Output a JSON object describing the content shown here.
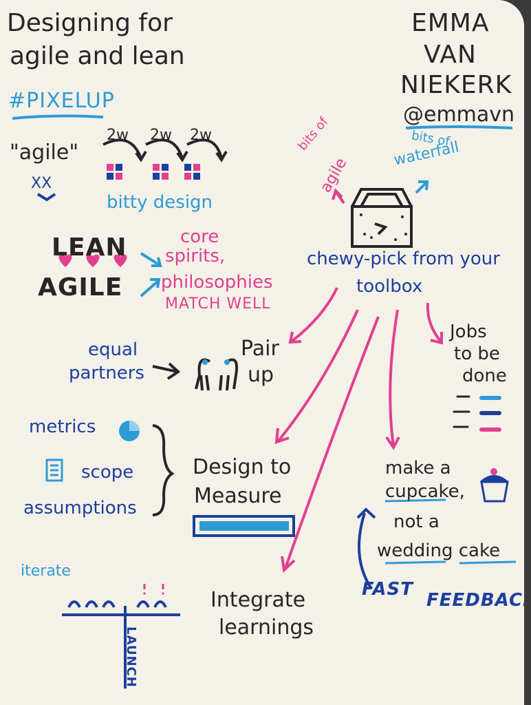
{
  "title_lines": [
    "Designing for",
    "agile and lean"
  ],
  "speaker_lines": [
    "EMMA",
    "VAN",
    "NIEKERK"
  ],
  "handle": "@emmavn",
  "hashtag": "#PIXELUP",
  "agile_quote": "\"agile\"",
  "xx": "XX",
  "sprint_labels": [
    "2w",
    "2w",
    "2w"
  ],
  "bitty_design": "bitty design",
  "lean": "LEAN",
  "agile_caps": "AGILE",
  "core_lines": [
    "core",
    "spirits,",
    "philosophies",
    "MATCH WELL"
  ],
  "bits_agile_lines": [
    "bits of",
    "agile"
  ],
  "bits_waterfall_lines": [
    "bits of",
    "waterfall"
  ],
  "toolbox_lines": [
    "chewy-pick from your",
    "toolbox"
  ],
  "equal_partners_lines": [
    "equal",
    "partners"
  ],
  "pair_up_lines": [
    "Pair",
    "up"
  ],
  "jobs_lines": [
    "Jobs",
    "to be",
    "done"
  ],
  "metrics": "metrics",
  "scope": "scope",
  "assumptions": "assumptions",
  "design_measure_lines": [
    "Design to",
    "Measure"
  ],
  "cupcake_lines": [
    "make a",
    "cupcake,",
    "not a",
    "wedding cake"
  ],
  "fast": "FAST",
  "feedback": "FEEDBACK",
  "iterate": "iterate",
  "launch": "LAUNCH",
  "integrate_lines": [
    "Integrate",
    "learnings"
  ],
  "colors": {
    "black": "#2a2428",
    "blue": "#1c3f9e",
    "pink": "#e2408f",
    "cyan": "#2f9bd6"
  }
}
